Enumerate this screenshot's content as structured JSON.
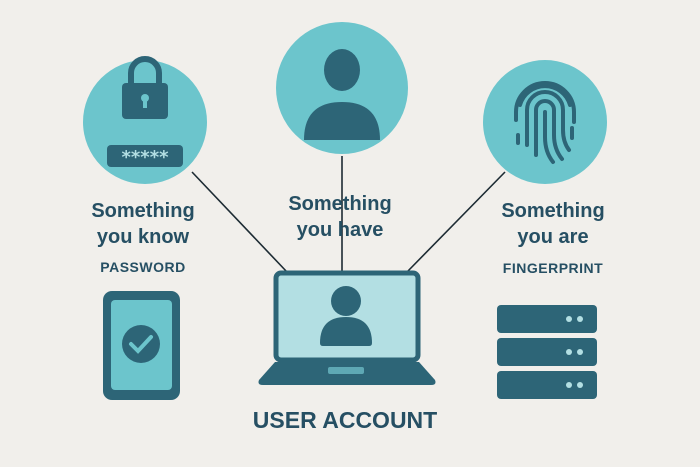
{
  "factors": [
    {
      "line1": "Something",
      "line2": "you know",
      "example": "PASSWORD",
      "icon": "padlock-password-icon",
      "mask": "*****"
    },
    {
      "line1": "Something",
      "line2": "you have",
      "icon": "person-icon"
    },
    {
      "line1": "Something",
      "line2": "you are",
      "example": "FINGERPRINT",
      "icon": "fingerprint-icon"
    }
  ],
  "center_label": "USER ACCOUNT",
  "colors": {
    "background": "#f1efeb",
    "circle": "#6cc5cc",
    "dark": "#2d6577",
    "text": "#264f63",
    "screen": "#b3dfe3"
  }
}
